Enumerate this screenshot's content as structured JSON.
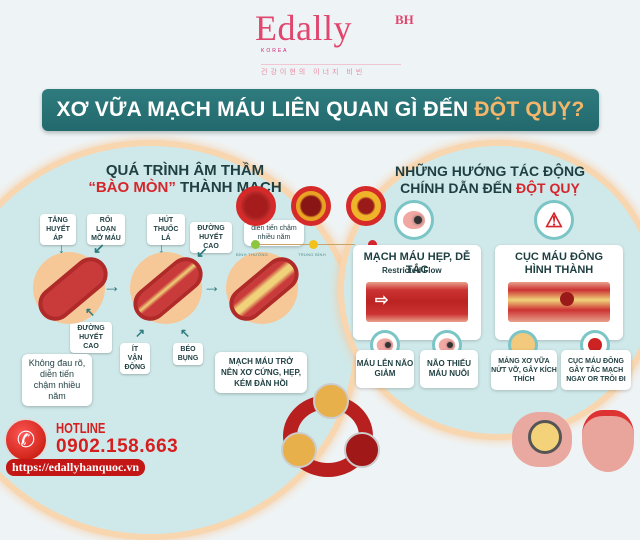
{
  "logo": {
    "brand": "Edally",
    "superscript": "BH",
    "country": "KOREA",
    "tagline": "건강이현의 이너지 비빈"
  },
  "banner": {
    "title_main": "XƠ VỮA MẠCH MÁU LIÊN QUAN GÌ ĐẾN",
    "title_highlight": "ĐỘT QUỴ?"
  },
  "left": {
    "heading_line1": "QUÁ TRÌNH ÂM THẦM",
    "heading_line2_quote": "“BÀO MÒN”",
    "heading_line2_rest": "THÀNH MẠCH",
    "tags": [
      {
        "label": "TĂNG HUYẾT ÁP"
      },
      {
        "label": "RỐI LOẠN MỠ MÁU"
      },
      {
        "label": "HÚT THUỐC LÁ"
      },
      {
        "label": "ĐƯỜNG HUYẾT CAO"
      },
      {
        "label": "ĐƯỜNG HUYẾT CAO"
      },
      {
        "label": "ÍT VẬN ĐỘNG"
      },
      {
        "label": "BÉO BỤNG"
      }
    ],
    "notes": [
      {
        "text": "Không đau rõ, diễn tiến chậm nhiều năm"
      },
      {
        "text": "MẠCH MÁU TRỞ NÊN XƠ CỨNG, HẸP, KÉM ĐÀN HỒI"
      }
    ],
    "overlay_note": "diễn tiến chậm nhiều năm",
    "scale_labels": [
      "BÌNH THƯỜNG",
      "TRUNG BÌNH"
    ],
    "scale_colors": [
      "#8cc63f",
      "#f2c21b",
      "#d6262c"
    ]
  },
  "right": {
    "heading_line1": "NHỮNG HƯỚNG TÁC ĐỘNG",
    "heading_line2": "CHÍNH DẪN ĐẾN",
    "heading_highlight": "ĐỘT QUỴ",
    "panel1": {
      "title": "MẠCH MÁU HẸP, DỄ TẮC",
      "caption": "Restricted Flow"
    },
    "panel2": {
      "title_line1": "CỤC MÁU ĐÔNG",
      "title_line2": "HÌNH THÀNH"
    },
    "outcomes": [
      {
        "text": "MÁU LÊN NÃO GIẢM"
      },
      {
        "text": "NÃO THIẾU MÁU NUÔI"
      },
      {
        "text": "MẢNG XƠ VỮA NỨT VỠ, GÂY KÍCH THÍCH"
      },
      {
        "text": "CỤC MÁU ĐÔNG GÂY TẮC MẠCH NGAY OR TRÔI ĐI"
      }
    ]
  },
  "contact": {
    "hotline_label": "HOTLINE",
    "phone": "0902.158.663",
    "url": "https://edallyhanquoc.vn"
  },
  "colors": {
    "teal": "#2e7b7e",
    "red": "#d6262c",
    "highlight": "#f3b66a",
    "brand_pink": "#e0466e"
  }
}
